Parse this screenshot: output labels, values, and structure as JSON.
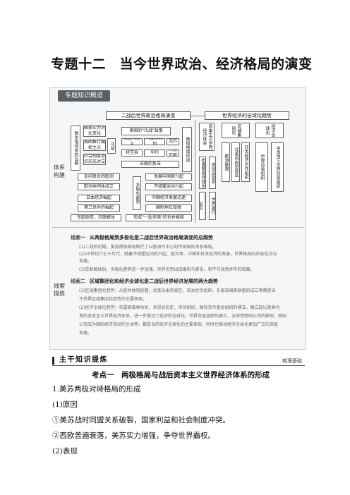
{
  "title": "专题十二　当今世界政治、经济格局的演变",
  "overview_tab": "专题知识概览",
  "side_labels": {
    "system": "体系构建",
    "clue": "线索提炼"
  },
  "diagram": {
    "left_header": "二战后世界政治格局演变",
    "right_header": "世界经济的全球化趋势",
    "left_col_v": "雅尔塔体系的瓦解",
    "boxes": {
      "b1": "国家实力对比变化",
      "b2": "美国的\"冷战\"政策",
      "b3": "美国推行霸权主义",
      "b4": "社会制度意识形态对立",
      "b5": "杜鲁门主义",
      "b6": "马歇尔计划",
      "b7": "北约",
      "b8": "经互会",
      "b9": "华约",
      "b10": "苏联的反击",
      "b11": "冷战",
      "b12": "两极格局形成",
      "b13": "走向联合的欧洲",
      "b14": "欧洲共同体成立",
      "b15": "日本经济崛起",
      "b16": "第三世界的崛起",
      "b17": "不结盟运动兴起",
      "b18": "发展中国家兴起",
      "b19": "中国经济发展迅速",
      "b20": "东欧剧变，苏联解体",
      "b21": "两极瓦解",
      "b22": "国际地位提高",
      "b23": "形成\"一超多强\"的世界格局"
    },
    "mid_v": "多极化趋势",
    "right_cols": [
      "资本主义世界经济体系",
      "布雷顿森林体系",
      "关贸总协定",
      "国际货币基金组织",
      "世界银行",
      "区域集团化",
      "欧洲联盟",
      "北美自由贸易区",
      "亚太经济合作组织",
      "经济全球化",
      "世界贸易组织",
      "中国加入世界贸易组织"
    ]
  },
  "clues": [
    {
      "tag": "线索一",
      "text": "从两极格局到多极化是二战后世界政治格局演变的总趋势"
    },
    {
      "tag": "线索二",
      "text": "区域集团化和经济全球化是二战后世界经济发展的两大趋势"
    }
  ],
  "clue1_lines": [
    "(1)二战后初期，美苏两极格局取代了以欧洲为中心的传统国际关系格局。",
    "(2)20世纪六七十年代，随着不结盟运动的兴起、欧共体、中国和日本经济的发展，世界格局向多极化方向",
    "发展。",
    "(3)苏联解体后，多极化趋势进一步加强。世界形势出现缓和与紧张，和平与动荡并存的局面。"
  ],
  "clue2_lines": [
    "(1)区域集团化趋势：从欧共体到欧盟，北美自由贸易区，亚太经合组织，东南亚国家联盟的成立等都是当",
    "今世界区域集团化趋势的主要表现。",
    "(2)经济全球化趋势：布雷顿森林体系、关贸总协定、世贸组织、国际货币基金组织的建立，确立起以美国为",
    "首的资本主义世界经济体系，进一步推动了经济的全球化；世界贸易组织的建立，全球性跨国公司的影响，跨国",
    "公司成为国际经济活动的主体等，都是当前经济全球化的主要表现，同时也推动经济全球化更加广泛的深层",
    "发展。"
  ],
  "section": {
    "label": "主干知识提炼",
    "right": "梳理基础"
  },
  "kaodian": "考点一　两极格局与战后资本主义世界经济体系的形成",
  "body_lines": [
    "1.美苏两极对峙格局的形成",
    "(1)原因",
    "①美苏战时同盟关系破裂，国家利益和社会制度冲突。",
    "②西欧普遍衰落，美苏实力增强，争夺世界霸权。",
    "(2)表现"
  ]
}
